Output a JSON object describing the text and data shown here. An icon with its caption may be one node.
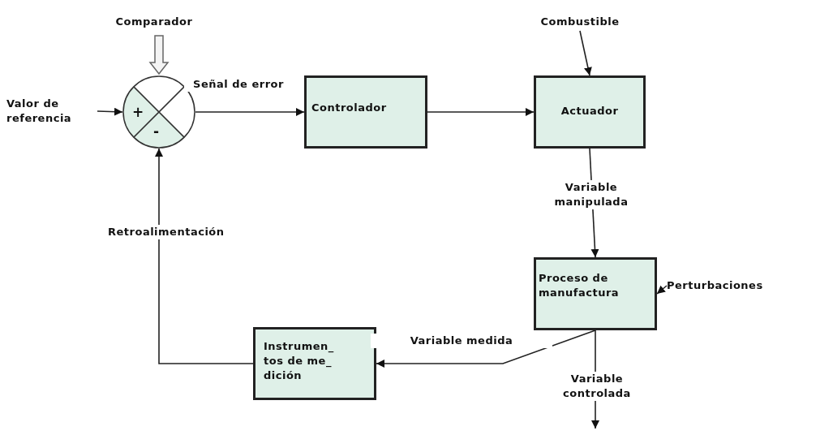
{
  "diagram": {
    "nodes": [
      {
        "text": [
          "Valor de referencia"
        ]
      },
      {
        "text": [
          "Comparador"
        ]
      },
      {
        "text": [
          "+",
          "-"
        ]
      },
      {
        "text": [
          "Controlador"
        ]
      },
      {
        "text": [
          "Combustible"
        ]
      },
      {
        "text": [
          "Actuador"
        ]
      },
      {
        "text": [
          "Proceso de manufactura"
        ]
      },
      {
        "text": [
          "Perturbaciones"
        ]
      },
      {
        "text": [
          "Instrumen_ tos de me_ dición"
        ]
      }
    ],
    "edges": [
      {
        "from": 0,
        "to": 2,
        "arrow": "to"
      },
      {
        "from": 1,
        "to": 2,
        "arrow": "to",
        "style": "thick"
      },
      {
        "from": 2,
        "to": 3,
        "arrow": "to",
        "label": "Señal de error"
      },
      {
        "from": 3,
        "to": 5,
        "arrow": "to"
      },
      {
        "from": 4,
        "to": 5,
        "arrow": "to"
      },
      {
        "from": 5,
        "to": 6,
        "arrow": "to",
        "label": "Variable manipulada"
      },
      {
        "from": 7,
        "to": 6,
        "arrow": "to"
      },
      {
        "from": 6,
        "to": 8,
        "arrow": "to",
        "label": "Variable medida"
      },
      {
        "from": 8,
        "to": 2,
        "arrow": "to",
        "label": "Retroalimentación"
      },
      {
        "from": 6,
        "to": null,
        "arrow": "to",
        "label": "Variable controlada"
      }
    ]
  }
}
